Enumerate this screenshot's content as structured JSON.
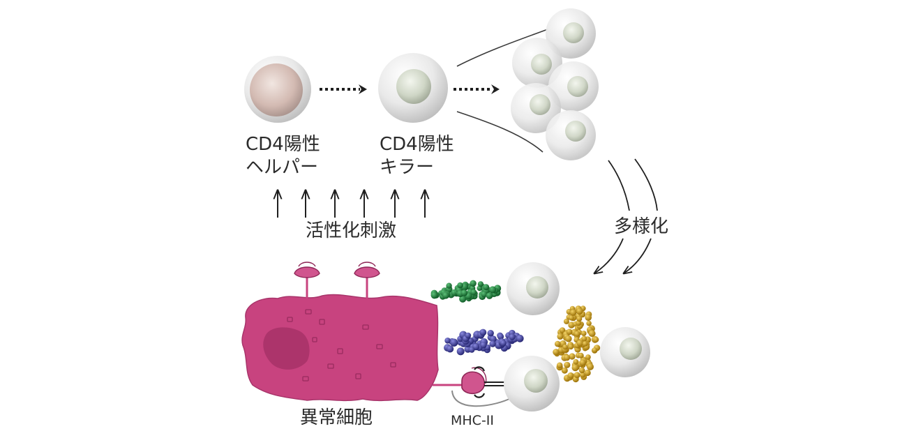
{
  "labels": {
    "helper_line1": "CD4陽性",
    "helper_line2": "ヘルパー",
    "killer_line1": "CD4陽性",
    "killer_line2": "キラー",
    "activation": "活性化刺激",
    "diversification": "多様化",
    "abnormal_cell": "異常細胞",
    "mhc": "MHC-II"
  },
  "colors": {
    "helper_cell": "#d8c2bb",
    "t_cell_shell": "#e6e6e6",
    "t_cell_nucleus": "#cfd6c6",
    "abnormal_cell": "#c8437f",
    "abnormal_cell_inner": "#b0306a",
    "receptor": "#d0558e",
    "green_dots": "#1e7a3c",
    "blue_dots": "#3d3d9a",
    "gold_dots": "#c99a12",
    "arrow": "#1f1f1f"
  }
}
